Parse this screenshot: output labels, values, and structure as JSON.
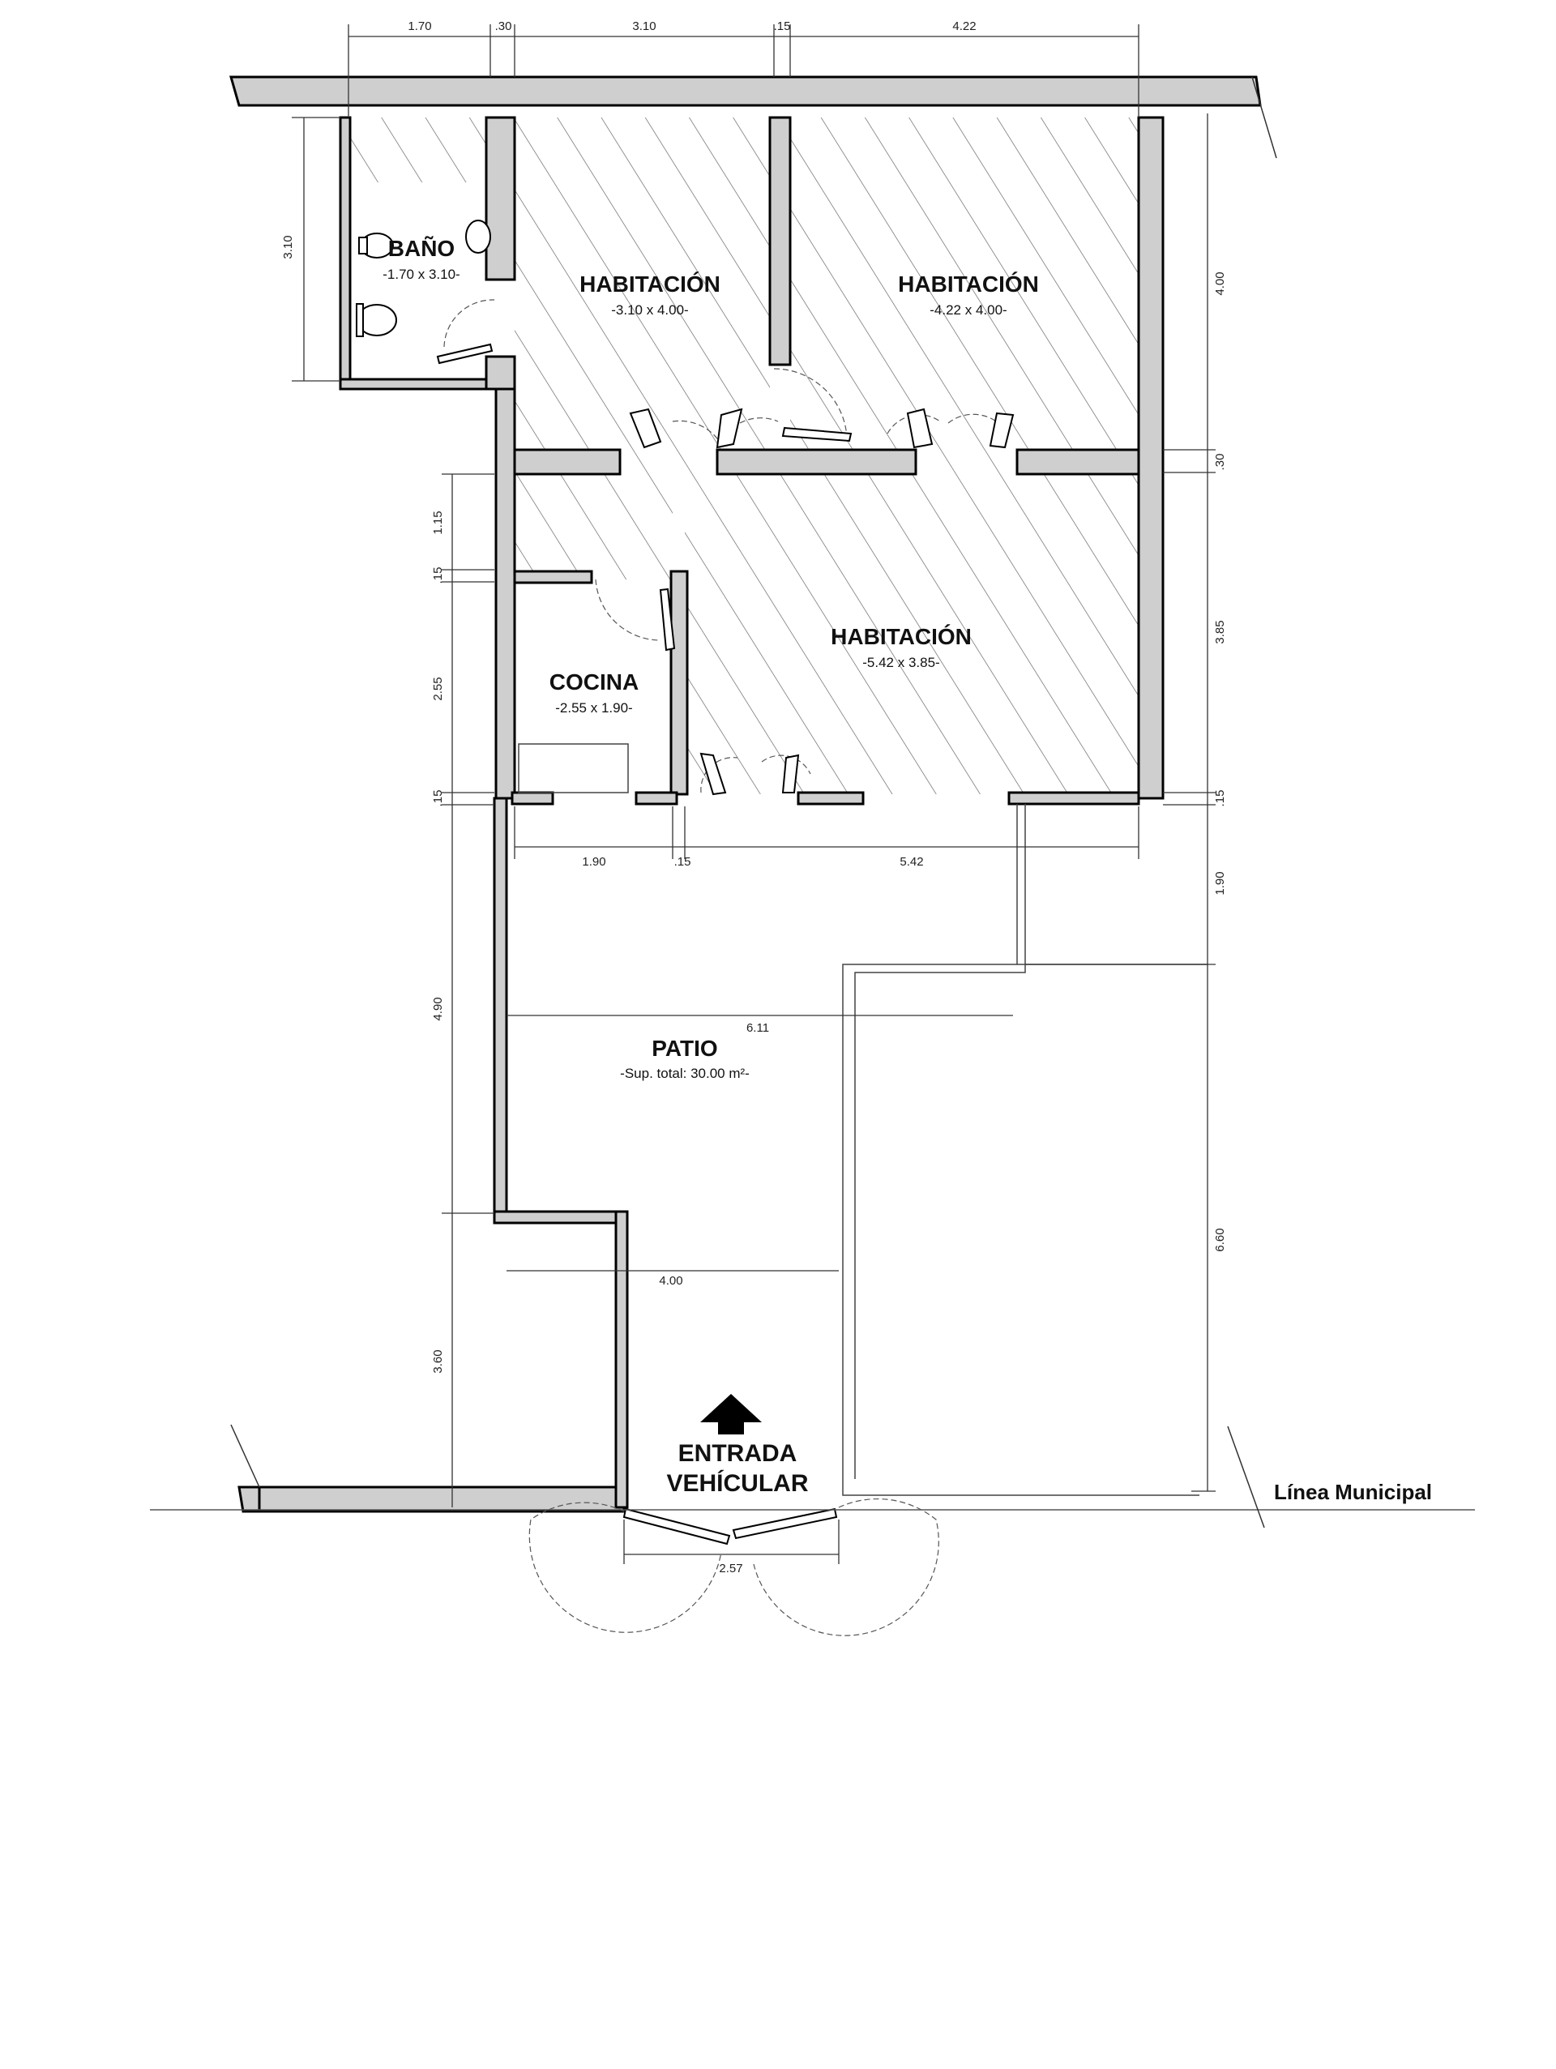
{
  "rooms": {
    "bano": {
      "name": "BAÑO",
      "size": "-1.70 x 3.10-"
    },
    "hab1": {
      "name": "HABITACIÓN",
      "size": "-3.10 x 4.00-"
    },
    "hab2": {
      "name": "HABITACIÓN",
      "size": "-4.22 x 4.00-"
    },
    "hab3": {
      "name": "HABITACIÓN",
      "size": "-5.42 x 3.85-"
    },
    "cocina": {
      "name": "COCINA",
      "size": "-2.55 x 1.90-"
    },
    "patio": {
      "name": "PATIO",
      "size": "-Sup. total: 30.00 m²-"
    }
  },
  "entrance": {
    "line1": "ENTRADA",
    "line2": "VEHÍCULAR"
  },
  "linea_municipal": "Línea Municipal",
  "dimensions": {
    "top": [
      "1.70",
      ".30",
      "3.10",
      ".15",
      "4.22"
    ],
    "left_bano": "3.10",
    "right": [
      "4.00",
      ".30",
      "3.85",
      ".15",
      "1.90",
      "6.60"
    ],
    "left": [
      "1.15",
      ".15",
      "2.55",
      ".15",
      "4.90",
      "3.60"
    ],
    "below_rooms": [
      "1.90",
      ".15",
      "5.42"
    ],
    "patio_width": "6.11",
    "passage_width": "4.00",
    "gate_width": "2.57"
  }
}
